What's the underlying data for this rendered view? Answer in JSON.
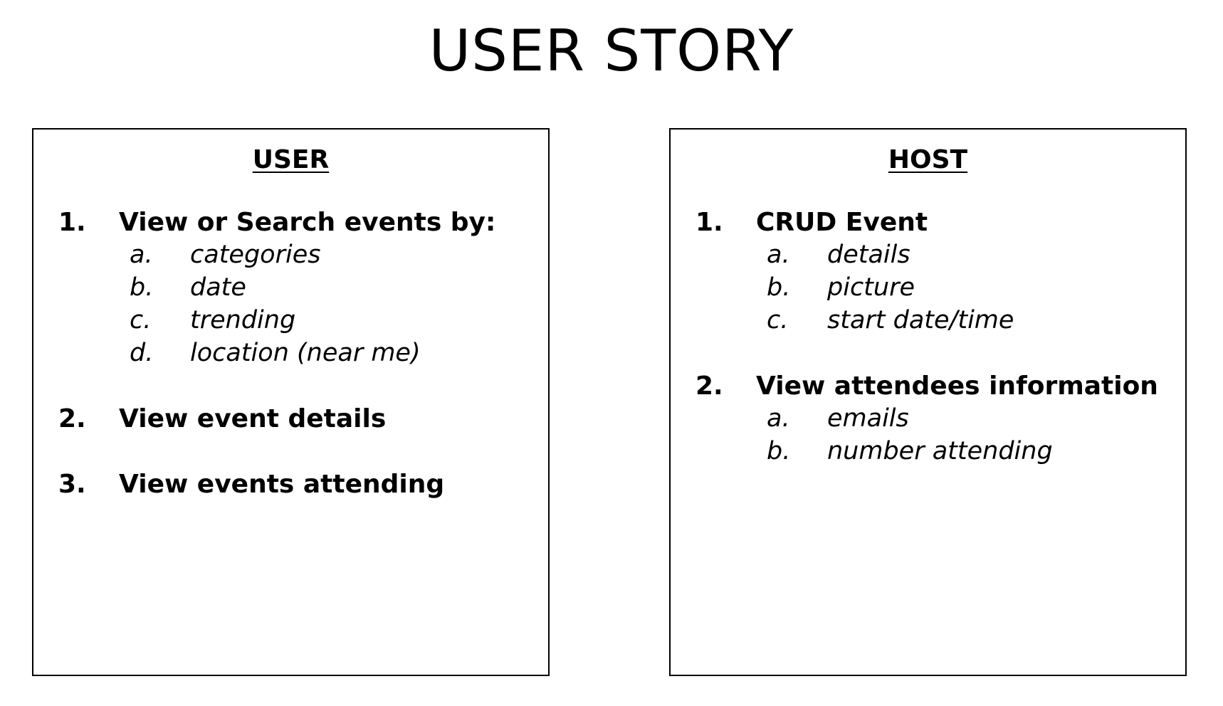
{
  "title": "USER STORY",
  "user": {
    "heading": "USER",
    "items": [
      {
        "num": "1.",
        "text": "View or Search events by:",
        "subitems": [
          {
            "letter": "a.",
            "text": "categories"
          },
          {
            "letter": "b.",
            "text": "date"
          },
          {
            "letter": "c.",
            "text": "trending"
          },
          {
            "letter": "d.",
            "text": "location (near me)"
          }
        ]
      },
      {
        "num": "2.",
        "text": "View event details",
        "subitems": []
      },
      {
        "num": "3.",
        "text": "View events attending",
        "subitems": []
      }
    ]
  },
  "host": {
    "heading": "HOST",
    "items": [
      {
        "num": "1.",
        "text": "CRUD Event",
        "subitems": [
          {
            "letter": "a.",
            "text": "details"
          },
          {
            "letter": "b.",
            "text": "picture"
          },
          {
            "letter": "c.",
            "text": "start date/time"
          }
        ]
      },
      {
        "num": "2.",
        "text": "View attendees information",
        "subitems": [
          {
            "letter": "a.",
            "text": "emails"
          },
          {
            "letter": "b.",
            "text": "number attending"
          }
        ]
      }
    ]
  }
}
